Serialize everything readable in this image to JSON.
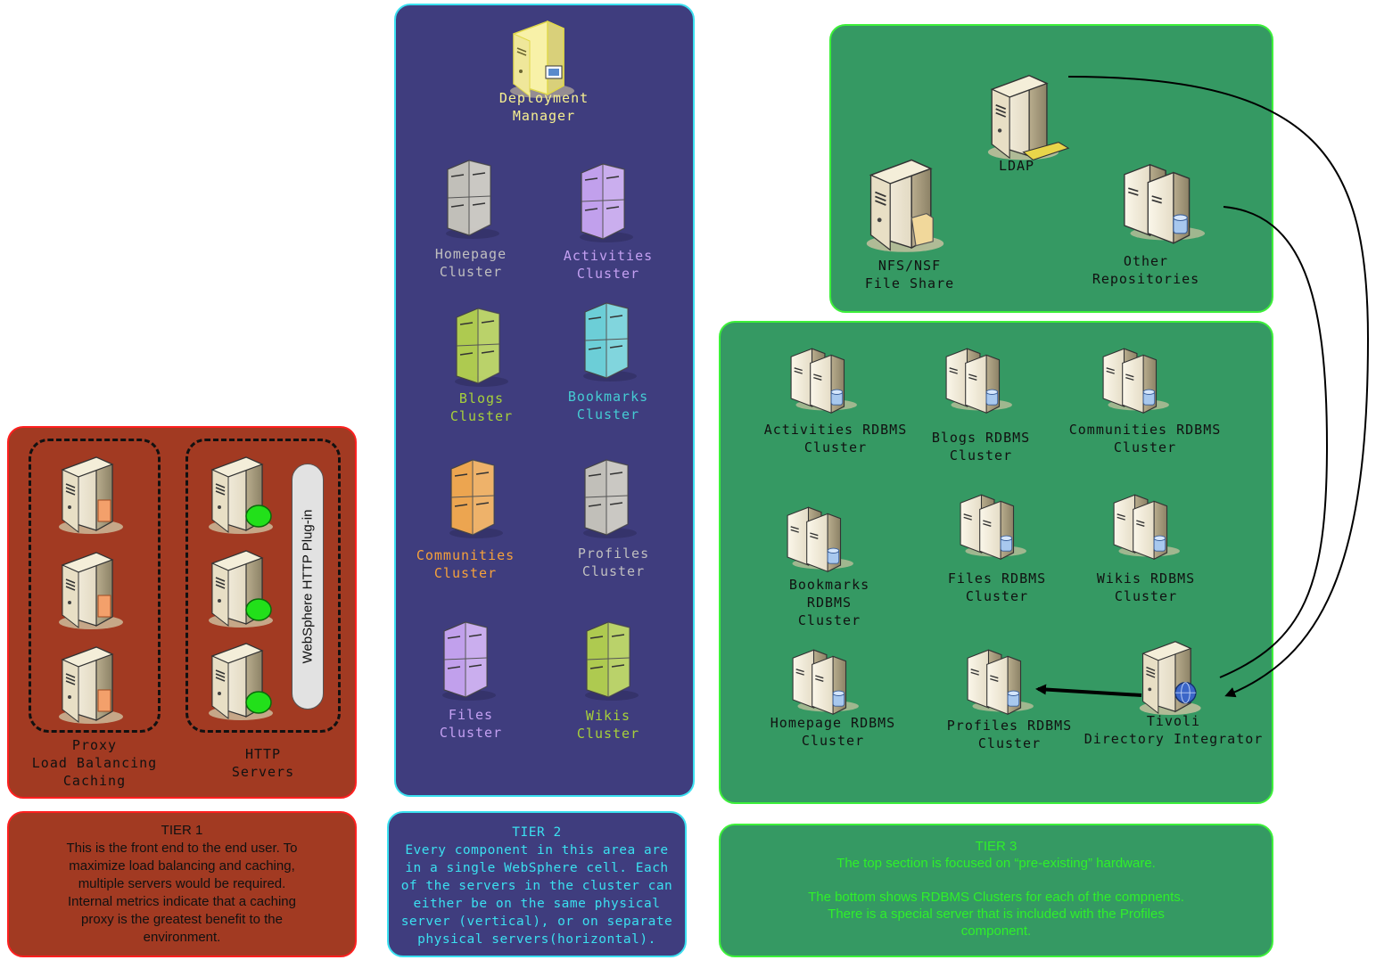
{
  "colors": {
    "tier1": "#a23a22",
    "tier1_border": "#ff1f1f",
    "tier2": "#3f3d7e",
    "tier2_border": "#3be0f0",
    "tier3": "#359963",
    "tier3_border": "#3df03a",
    "homepage": "#c0bfbf",
    "activities": "#c4a0f2",
    "blogs": "#a7d03a",
    "bookmarks": "#45ccd3",
    "communities": "#f6a13b",
    "profiles": "#c0bfbf",
    "files": "#c4a0f2",
    "wikis": "#a7d03a",
    "deploy": "#f7f090",
    "tier3_text": "#2ff02a"
  },
  "tier1": {
    "proxy_label": [
      "Proxy",
      "Load Balancing",
      "Caching"
    ],
    "http_label": [
      "HTTP",
      "Servers"
    ],
    "plugin_label": "WebSphere HTTP Plug-in",
    "desc_title": "TIER 1",
    "desc_lines": [
      "This is the front end to the end user.  To",
      "maximize load balancing and caching,",
      "multiple servers would be required.",
      "Internal metrics indicate that a caching",
      "proxy is the greatest benefit to the",
      "environment."
    ]
  },
  "tier2": {
    "deployment_manager": [
      "Deployment",
      "Manager"
    ],
    "homepage": [
      "Homepage",
      "Cluster"
    ],
    "activities": [
      "Activities",
      "Cluster"
    ],
    "blogs": [
      "Blogs",
      "Cluster"
    ],
    "bookmarks": [
      "Bookmarks",
      "Cluster"
    ],
    "communities": [
      "Communities",
      "Cluster"
    ],
    "profiles": [
      "Profiles",
      "Cluster"
    ],
    "files": [
      "Files",
      "Cluster"
    ],
    "wikis": [
      "Wikis",
      "Cluster"
    ],
    "desc_title": "TIER 2",
    "desc_lines": [
      "Every component in this area are",
      "in a single WebSphere cell.  Each",
      "of the servers in the cluster can",
      "either be on the same physical",
      "server (vertical), or on separate",
      "physical servers(horizontal)."
    ]
  },
  "tier3": {
    "ldap": "LDAP",
    "nfs": [
      "NFS/NSF",
      "File Share"
    ],
    "other_repos": [
      "Other",
      "Repositories"
    ],
    "activities_db": [
      "Activities RDBMS",
      "Cluster"
    ],
    "blogs_db": [
      "Blogs RDBMS",
      "Cluster"
    ],
    "communities_db": [
      "Communities RDBMS",
      "Cluster"
    ],
    "bookmarks_db": [
      "Bookmarks",
      "RDBMS",
      "Cluster"
    ],
    "files_db": [
      "Files RDBMS",
      "Cluster"
    ],
    "wikis_db": [
      "Wikis RDBMS",
      "Cluster"
    ],
    "homepage_db": [
      "Homepage RDBMS",
      "Cluster"
    ],
    "profiles_db": [
      "Profiles RDBMS",
      "Cluster"
    ],
    "tdi": [
      "Tivoli",
      "Directory Integrator"
    ],
    "desc_title": "TIER 3",
    "desc_lines": [
      "The top section is focused on “pre-existing” hardware.",
      "",
      "The bottom shows RDBMS Clusters for each of the compnents.",
      "There is a special server that is included with the Profiles",
      "component."
    ]
  }
}
